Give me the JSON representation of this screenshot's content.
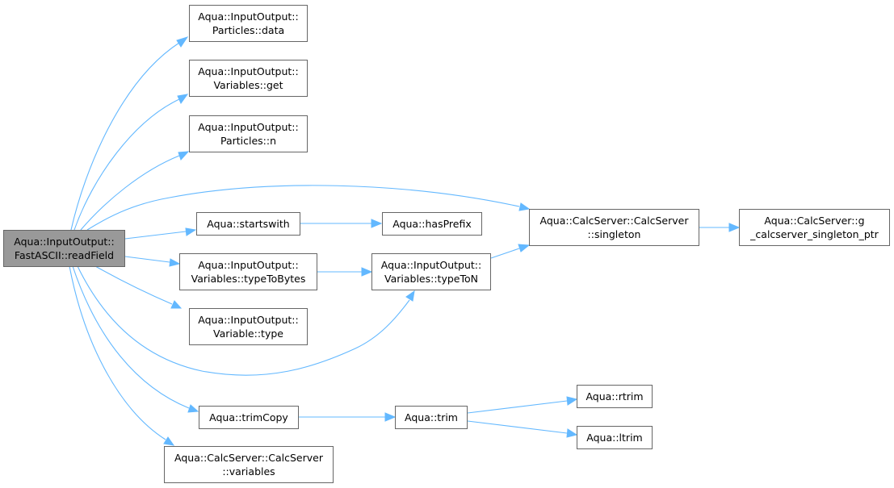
{
  "colors": {
    "edge": "#63b8ff",
    "root_fill": "#999999",
    "node_border": "#666666"
  },
  "nodes": {
    "root": {
      "line1": "Aqua::InputOutput::",
      "line2": "FastASCII::readField"
    },
    "particles_data": {
      "line1": "Aqua::InputOutput::",
      "line2": "Particles::data"
    },
    "variables_get": {
      "line1": "Aqua::InputOutput::",
      "line2": "Variables::get"
    },
    "particles_n": {
      "line1": "Aqua::InputOutput::",
      "line2": "Particles::n"
    },
    "startswith": {
      "line1": "Aqua::startswith"
    },
    "hasprefix": {
      "line1": "Aqua::hasPrefix"
    },
    "singleton": {
      "line1": "Aqua::CalcServer::CalcServer",
      "line2": "::singleton"
    },
    "g_singleton_ptr": {
      "line1": "Aqua::CalcServer::g",
      "line2": "_calcserver_singleton_ptr"
    },
    "type_to_bytes": {
      "line1": "Aqua::InputOutput::",
      "line2": "Variables::typeToBytes"
    },
    "type_to_n": {
      "line1": "Aqua::InputOutput::",
      "line2": "Variables::typeToN"
    },
    "variable_type": {
      "line1": "Aqua::InputOutput::",
      "line2": "Variable::type"
    },
    "trimcopy": {
      "line1": "Aqua::trimCopy"
    },
    "trim": {
      "line1": "Aqua::trim"
    },
    "rtrim": {
      "line1": "Aqua::rtrim"
    },
    "ltrim": {
      "line1": "Aqua::ltrim"
    },
    "variables": {
      "line1": "Aqua::CalcServer::CalcServer",
      "line2": "::variables"
    }
  }
}
